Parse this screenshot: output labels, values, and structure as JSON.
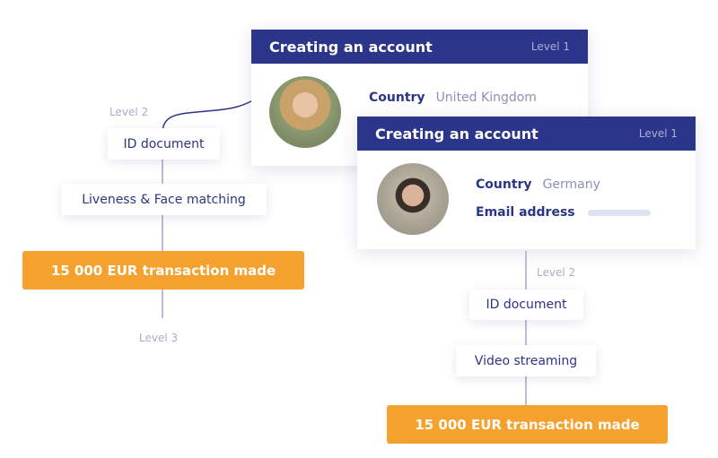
{
  "left_flow": {
    "level2": "Level 2",
    "step1": "ID document",
    "step2": "Liveness & Face matching",
    "trigger": "15 000 EUR transaction made",
    "level3": "Level 3"
  },
  "card1": {
    "title": "Creating an account",
    "level": "Level 1",
    "country_label": "Country",
    "country_value": "United Kingdom"
  },
  "card2": {
    "title": "Creating an account",
    "level": "Level 1",
    "country_label": "Country",
    "country_value": "Germany",
    "email_label": "Email address"
  },
  "right_flow": {
    "level2": "Level 2",
    "step1": "ID document",
    "step2": "Video streaming",
    "trigger": "15 000 EUR transaction made"
  },
  "colors": {
    "navy": "#2b3589",
    "orange": "#f4a12e"
  }
}
